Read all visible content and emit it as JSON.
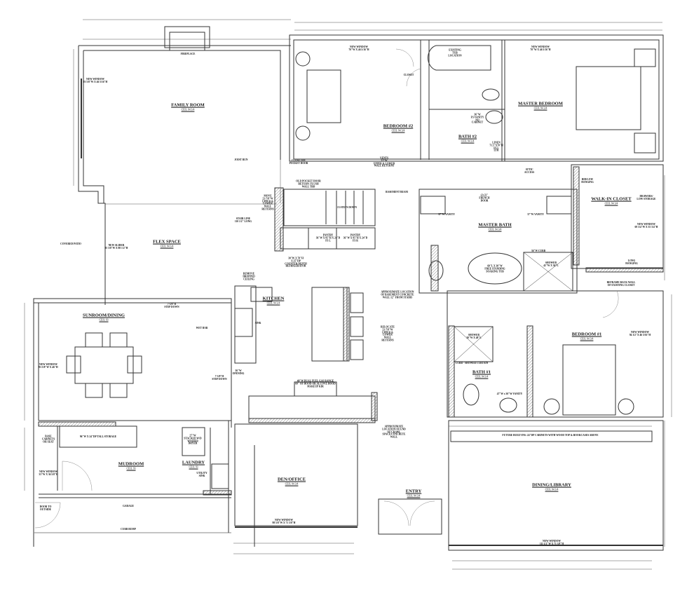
{
  "rooms": {
    "family_room": {
      "name": "FAMILY ROOM",
      "ceil": "CEIL 94 3/4"
    },
    "flex_space": {
      "name": "FLEX SPACE",
      "ceil": "CEIL 94 3/4"
    },
    "sunroom_dining": {
      "name": "SUNROOM/DINING",
      "ceil": "CEIL 93"
    },
    "kitchen": {
      "name": "KITCHEN",
      "ceil": "CEIL 94 3/4"
    },
    "mudroom": {
      "name": "MUDROOM",
      "ceil": "CEIL 93"
    },
    "laundry": {
      "name": "LAUNDRY",
      "ceil": "CEIL 93"
    },
    "den_office": {
      "name": "DEN/OFFICE",
      "ceil": "CEIL 94 3/4"
    },
    "entry": {
      "name": "ENTRY",
      "ceil": "CEIL 94 3/4"
    },
    "dining_library": {
      "name": "DINING/LIBRARY",
      "ceil": "CEIL 94 3/4"
    },
    "bedroom_1": {
      "name": "BEDROOM #1",
      "ceil": "CEIL 94 3/4"
    },
    "bath_1": {
      "name": "BATH #1",
      "ceil": "CEIL 94 3/4"
    },
    "bedroom_2": {
      "name": "BEDROOM #2",
      "ceil": "CEIL 94 3/4"
    },
    "bath_2": {
      "name": "BATH #2",
      "ceil": "CEIL 94 3/4"
    },
    "master_bedroom": {
      "name": "MASTER BEDROOM",
      "ceil": "CEIL 94 3/4"
    },
    "master_bath": {
      "name": "MASTER BATH",
      "ceil": "CEIL 94 3/4"
    },
    "walk_in_closet": {
      "name": "WALK-IN CLOSET",
      "ceil": "CEIL 94 3/4"
    }
  },
  "notes": {
    "fireplace": "FIREPLACE",
    "fr_window": "NEW WINDOW\n93 5/8\"W X 46 5/16\"H",
    "joist_run": "JOIST RUN",
    "stair_line": "STAIR LINE\n110 1/2\" LONG",
    "covered_patio": "COVERED PATIO",
    "new_slider": "NEW SLIDER\n95 3/8\"W X 80 1/2\"H",
    "steps_down": "15 STEPS DOWN",
    "basement_beam": "BASEMENT BEAM",
    "closet": "CLOSET",
    "existing_tub": "EXISTING\nTUB\nLOCATION",
    "attic_access": "ATTIC\nACCESS",
    "old_pocket_door": "OLD POCKET DOOR\nRETURN: FLUSH\nWALL TBD",
    "move_returns": "MOVE\n21-7/8\"W\nUPPER &\nLOWER\nWALL\nRETURNS",
    "close_off_pocket": "CLOSE OFF\nPOCKET DOOR",
    "vents": "VENTS\n21\"W\nUPPER & LOWER\nWALL RETURNS",
    "pantry_1": "PANTRY\n36\"W X 95\"H X 24\"D\nFS L",
    "pantry_2": "PANTRY\n36\"W X 95\"H X 24\"D\nFS R",
    "refrigerator": "30\"W X 70\"H\nX 25\"DP\nCOUNTER-DEPTH\nREFRIGERATOR",
    "remove_ceiling": "REMOVE\nDROPPED\nCEILING",
    "step_down_1": "7-3/8\"H\nSTEP DOWN",
    "step_down_2": "7-3/8\"H\nSTEP DOWN",
    "opening": "36\"W\nOPENING",
    "wet_bar": "WET BAR",
    "sink": "SINK",
    "range": "40\"W DUAL FUEL GAS RANGE\n60\" OF HOOD OR ALCOVE HOOD\nMAKEUP KIR",
    "approx_basement": "APPROXIMATE LOCATION\nOF BASEMENT CONCRETE\nWALL 12\" FROM STAIRS",
    "relocate_returns": "RELOCATE\n21-7/8\"W\nUPPER &\nLOWER\nWALL\nRETURNS",
    "approx_crawl": "APPROXIMATE\nLOCATION OF END\nOF CRAWL\nSPACE/CONCRETE\nWALL",
    "sun_window": "NEW WINDOW\n93 5/8\"W X 46\"H",
    "tall_storage": "96\"W X 24\"DP TALL STORAGE",
    "base_cabinets": "BASE\nCABINETS\nOR SEAT",
    "mud_window": "NEW WINDOW\n33\"W X 36 5/8\"H",
    "stacked_wd": "27\"W\nSTACKED W/D\nWASHER\nDRYER",
    "utility_sink": "UTILITY\nSINK",
    "door_outside": "DOOR TO\nOUTSIDE",
    "garage": "GARAGE",
    "curb_bump": "CURB BUMP",
    "den_window": "NEW WINDOW\n98 5/8\"W X 71 3/8\"H",
    "library_window": "NEW WINDOW\n111 1/2\"W X 71 3/8\"H",
    "future_builtins": "FUTURE BUILT-INS: 24\"DP CABINETS WITH WOOD TOP & BOOKCASES ABOVE",
    "shower_1": "SHOWER\n30\"W X 48\"L",
    "curb_curtain": "CURB - SHOWER CURTAIN",
    "vanity_1": "47\"W x 30\"W VANITY",
    "bed1_window": "NEW WINDOW\n94 1/2\"X 46 5/16\"H",
    "reframe_closet": "REFRAME BACK WALL\nOF EXISTING CLOSET",
    "tub": "60\"L X 30\"W\nFREE STANDING\nSOAKING TUB",
    "shower_master": "SHOWER\n42\"W X 36\"L",
    "curb_36": "36\"W CURB",
    "vanity_l": "37\"W VANITY",
    "vanity_r": "37\"W VANITY",
    "french_door": "(2) 22\"\nFRENCH\nDOOR",
    "long_hanging": "LONG\nHANGING",
    "bidlow_hanging": "BID/LOW\nHANGING",
    "drawers": "DRAWERS/\nLOW STORAGE",
    "closet_window": "NEW WINDOW\n69 3/4\"W X 35 3/4\"H",
    "bed2_window": "NEW WINDOW\n70\"W X 46 5/16\"H",
    "master_window": "NEW WINDOW\n70\"W X 46 5/16\"H",
    "vanity_bath2": "36\"W\nFS VANITY\nNO\nCABINET",
    "linen": "LINEN\n71.5\"X70\"H\nFS L\nLTR"
  },
  "colors": {
    "line": "#333333",
    "hatch": "#555555",
    "background": "#ffffff"
  }
}
